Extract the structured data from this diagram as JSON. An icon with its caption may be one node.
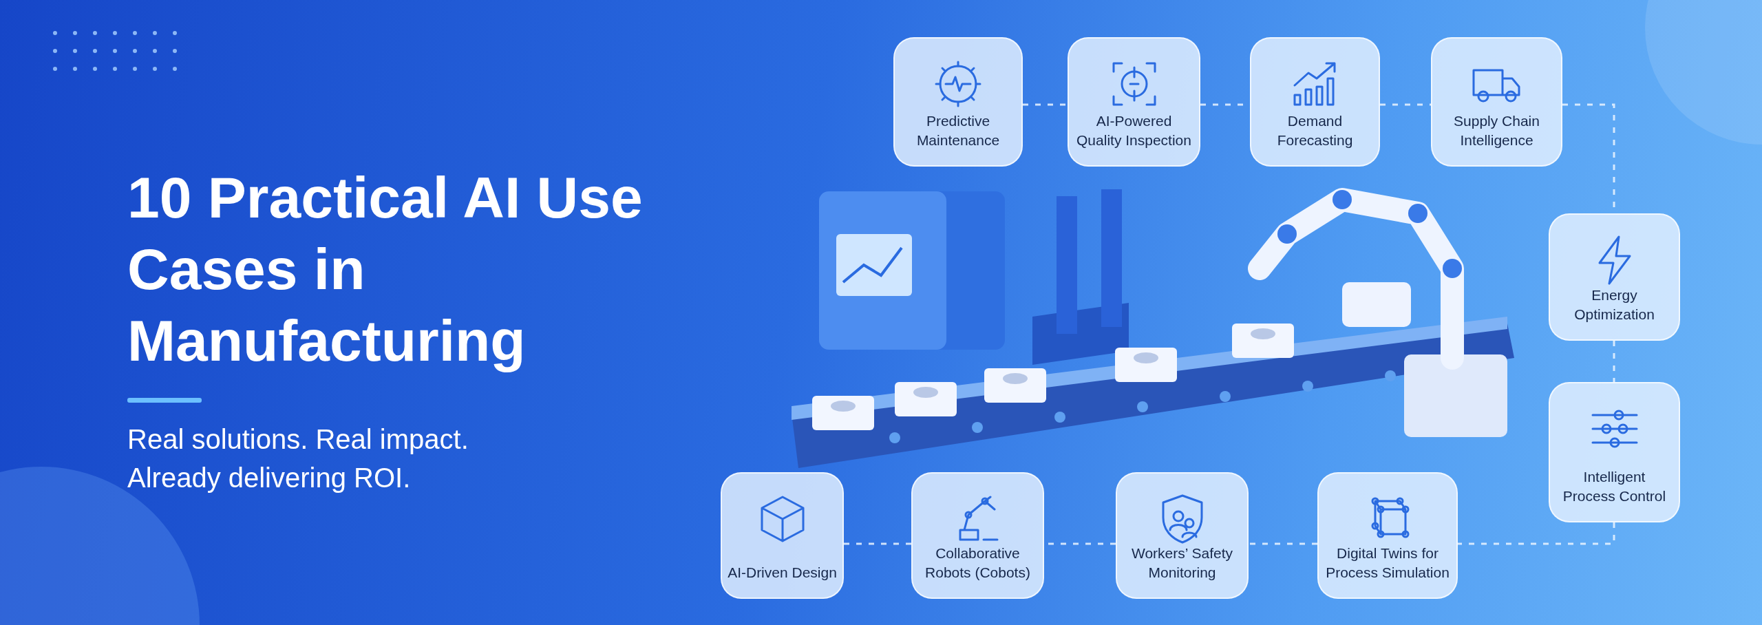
{
  "diagram": {
    "title": "10 Practical AI Use Cases in Manufacturing",
    "nodes": [
      {
        "text": [
          "Predictive Maintenance"
        ]
      },
      {
        "text": [
          "AI-Powered Quality Inspection"
        ]
      },
      {
        "text": [
          "Demand Forecasting"
        ]
      },
      {
        "text": [
          "Supply Chain Intelligence"
        ]
      },
      {
        "text": [
          "Energy Optimization"
        ]
      },
      {
        "text": [
          "Intelligent Process Control"
        ]
      },
      {
        "text": [
          "AI-Driven Design"
        ]
      },
      {
        "text": [
          "Collaborative Robots (Cobots)"
        ]
      },
      {
        "text": [
          "Workers’ Safety Monitoring"
        ]
      },
      {
        "text": [
          "Digital Twins for Process Simulation"
        ]
      }
    ],
    "edges": [
      {
        "from": 0,
        "to": 1,
        "arrow": "none",
        "style": "dashed"
      },
      {
        "from": 1,
        "to": 2,
        "arrow": "none",
        "style": "dashed"
      },
      {
        "from": 2,
        "to": 3,
        "arrow": "none",
        "style": "dashed"
      },
      {
        "from": 3,
        "to": 4,
        "arrow": "none",
        "style": "dashed"
      },
      {
        "from": 4,
        "to": 5,
        "arrow": "none",
        "style": "dashed"
      },
      {
        "from": 5,
        "to": 9,
        "arrow": "none",
        "style": "dashed"
      },
      {
        "from": 9,
        "to": 8,
        "arrow": "none",
        "style": "dashed"
      },
      {
        "from": 8,
        "to": 7,
        "arrow": "none",
        "style": "dashed"
      },
      {
        "from": 7,
        "to": 6,
        "arrow": "none",
        "style": "dashed"
      }
    ],
    "labels": [
      "Real solutions. Real impact. Already delivering ROI."
    ]
  }
}
